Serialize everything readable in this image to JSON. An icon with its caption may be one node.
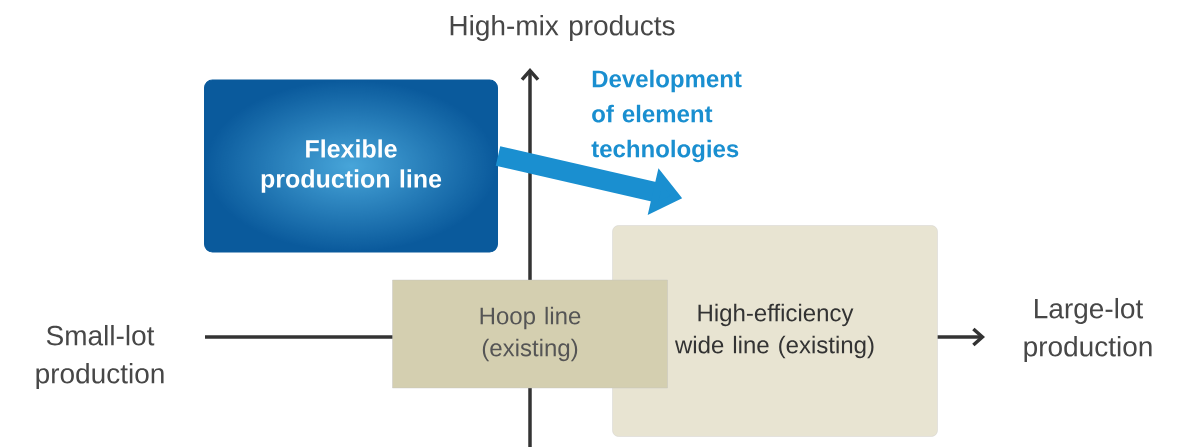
{
  "diagram": {
    "nodes": [
      {
        "text": [
          "Flexible production line"
        ]
      },
      {
        "text": [
          "Hoop line (existing)"
        ]
      },
      {
        "text": [
          "High-efficiency wide line (existing)"
        ]
      }
    ],
    "edges": [
      {
        "from": 0,
        "to": 2,
        "arrow": "to",
        "label": "Development of element technologies"
      }
    ],
    "labels": [
      "High-mix products",
      "Small-lot production",
      "Large-lot production"
    ]
  }
}
